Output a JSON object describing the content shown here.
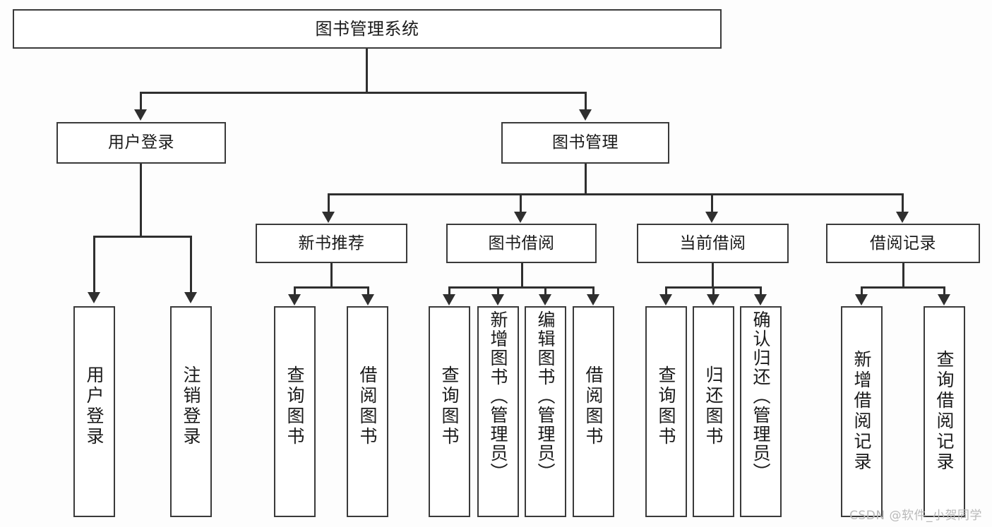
{
  "diagram": {
    "type": "tree-hierarchy",
    "title": "图书管理系统",
    "background_color": "#fdfdfd",
    "border_color": "#3a3a3a",
    "connector_color": "#2f2f2f",
    "text_color": "#1a1a1a"
  },
  "root": {
    "label": "图书管理系统"
  },
  "level2": [
    {
      "label": "用户登录"
    },
    {
      "label": "图书管理"
    }
  ],
  "level3": [
    {
      "label": "新书推荐"
    },
    {
      "label": "图书借阅"
    },
    {
      "label": "当前借阅"
    },
    {
      "label": "借阅记录"
    }
  ],
  "leaves": {
    "user_login": [
      {
        "label": "用户登录"
      },
      {
        "label": "注销登录"
      }
    ],
    "new_book_recommend": [
      {
        "label": "查询图书"
      },
      {
        "label": "借阅图书"
      }
    ],
    "book_borrow": [
      {
        "label": "查询图书"
      },
      {
        "label": "新增图书（管理员）"
      },
      {
        "label": "编辑图书（管理员）"
      },
      {
        "label": "借阅图书"
      }
    ],
    "current_borrow": [
      {
        "label": "查询图书"
      },
      {
        "label": "归还图书"
      },
      {
        "label": "确认归还（管理员）"
      }
    ],
    "borrow_record": [
      {
        "label": "新增借阅记录"
      },
      {
        "label": "查询借阅记录"
      }
    ]
  },
  "watermark": {
    "text": "CSDN @软件_小贺同学"
  }
}
